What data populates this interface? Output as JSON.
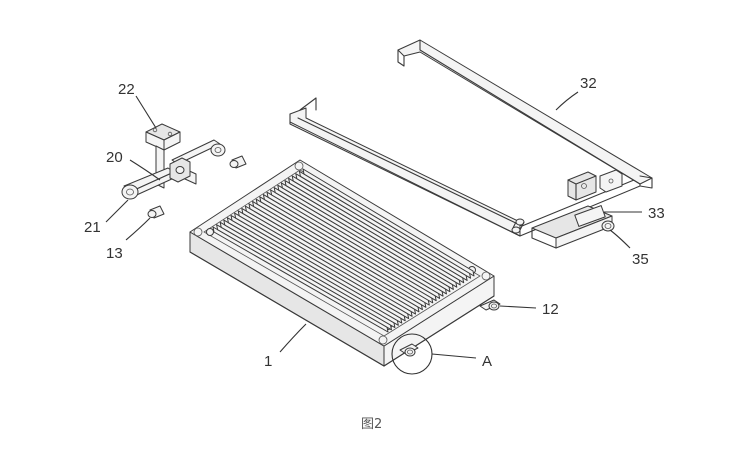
{
  "figure": {
    "caption": "图2",
    "labels": {
      "l1": "1",
      "l12": "12",
      "l13": "13",
      "l20": "20",
      "l21": "21",
      "l22": "22",
      "l32": "32",
      "l33": "33",
      "l35": "35",
      "lA": "A"
    }
  }
}
